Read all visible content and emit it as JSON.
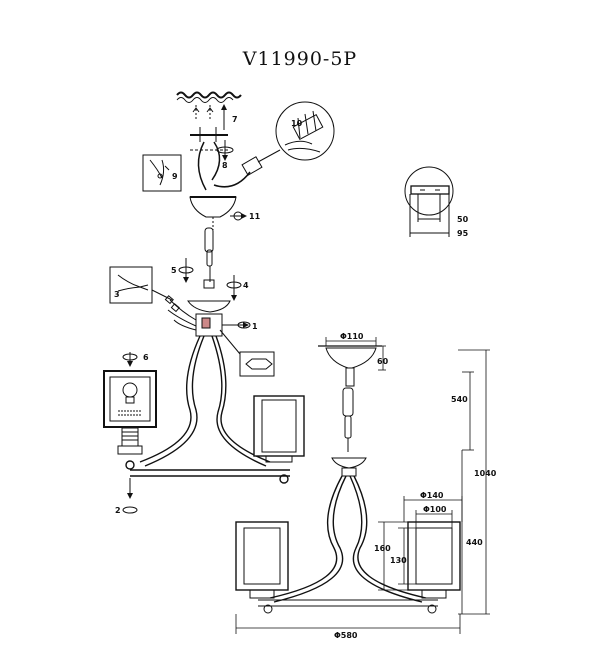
{
  "title": "V11990-5P",
  "steps": [
    "1",
    "2",
    "3",
    "4",
    "5",
    "6",
    "7",
    "8",
    "9",
    "10",
    "11"
  ],
  "dimensions": {
    "canopy_diameter": "Φ110",
    "canopy_height": "60",
    "chain_length": "540",
    "overall_height": "1040",
    "body_height": "440",
    "shade_outer_diameter": "Φ140",
    "shade_inner_diameter": "Φ100",
    "shade_height": "160",
    "glass_height": "130",
    "span_diameter": "Φ580",
    "bracket_inner": "50",
    "bracket_outer": "95"
  }
}
